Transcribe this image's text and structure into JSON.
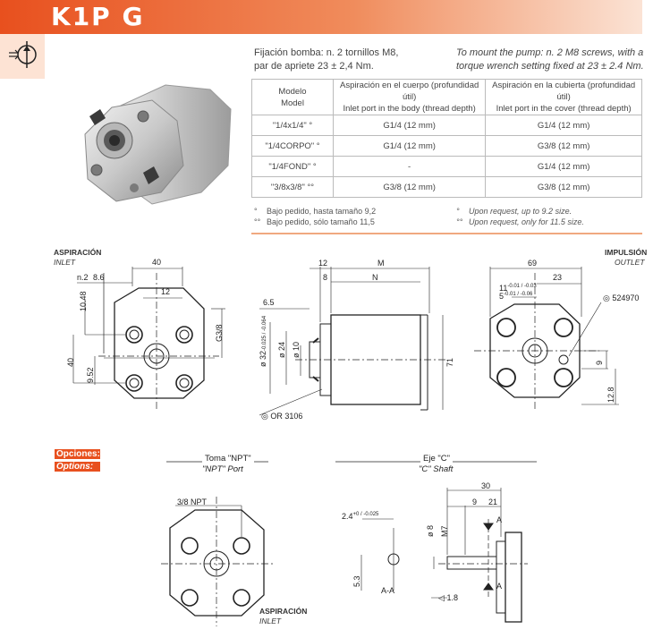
{
  "header": {
    "title": "K1P G"
  },
  "fixing": {
    "es": [
      "Fijación bomba: n. 2 tornillos M8,",
      "par de apriete 23 ± 2,4 Nm."
    ],
    "en": [
      "To mount the pump: n. 2 M8 screws, with a",
      "torque wrench setting fixed at 23 ± 2.4 Nm."
    ]
  },
  "table": {
    "headers": [
      [
        "Modelo",
        "Model"
      ],
      [
        "Aspiración en el cuerpo (profundidad útil)",
        "Inlet port in the body (thread depth)"
      ],
      [
        "Aspiración en la cubierta (profundidad útil)",
        "Inlet port in the cover (thread depth)"
      ]
    ],
    "rows": [
      [
        "\"1/4x1/4\" °",
        "G1/4 (12 mm)",
        "G1/4 (12 mm)"
      ],
      [
        "\"1/4CORPO\" °",
        "G1/4 (12 mm)",
        "G3/8 (12 mm)"
      ],
      [
        "\"1/4FOND\" °",
        "-",
        "G1/4 (12 mm)"
      ],
      [
        "\"3/8x3/8\" °°",
        "G3/8 (12 mm)",
        "G3/8 (12 mm)"
      ]
    ]
  },
  "footnotes": {
    "es": [
      [
        "°",
        "Bajo pedido, hasta tamaño 9,2"
      ],
      [
        "°°",
        "Bajo pedido, sólo tamaño 11,5"
      ]
    ],
    "en": [
      [
        "°",
        "Upon request, up to 9.2 size."
      ],
      [
        "°°",
        "Upon request, only  for 11.5 size."
      ]
    ]
  },
  "views": {
    "inlet_es": "ASPIRACIÓN",
    "inlet_en": "INLET",
    "outlet_es": "IMPULSIÓN",
    "outlet_en": "OUTLET",
    "front_dims": {
      "d40": "40",
      "n2": "n.2",
      "d86": "8.6",
      "d12": "12",
      "d1048": "10.48",
      "d40v": "40",
      "d952": "9.52",
      "g38": "G3/8"
    },
    "side_dims": {
      "d12": "12",
      "m": "M",
      "d8": "8",
      "n": "N",
      "d65": "6.5",
      "d32": "ø 32",
      "d32tol": "-0.025 / -0.064",
      "d24": "ø 24",
      "d10": "ø 10",
      "d71": "71",
      "or": "OR 3106"
    },
    "back_dims": {
      "d69": "69",
      "d23": "23",
      "d11": "11",
      "d11tol": "-0.01 / -0.03",
      "d5": "5",
      "d5tol": "-0.01 / -0.06",
      "ref": "524970",
      "d9": "9",
      "d128": "12.8"
    }
  },
  "options": {
    "tag_es": "Opciones:",
    "tag_en": "Options:",
    "npt_es": "Toma \"NPT\"",
    "npt_en": "\"NPT\" Port",
    "npt_label": "3/8 NPT",
    "npt_inlet_es": "ASPIRACIÓN",
    "npt_inlet_en": "INLET",
    "shaft_es": "Eje \"C\"",
    "shaft_en": "\"C\" Shaft",
    "shaft_dims": {
      "d30": "30",
      "d9": "9",
      "d21": "21",
      "d24": "2.4",
      "d24tol": "+0 / -0.025",
      "d8": "ø 8",
      "m7": "M7",
      "d53": "5.3",
      "aa": "A-A",
      "a1": "A",
      "a2": "A",
      "d18": "1.8"
    }
  }
}
